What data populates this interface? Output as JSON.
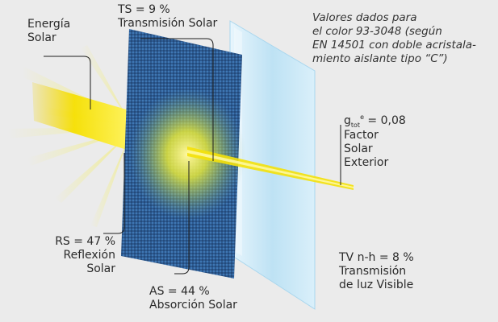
{
  "labels": {
    "energia": [
      "Energía",
      "Solar"
    ],
    "ts": [
      "TS = 9 %",
      "Transmisión Solar"
    ],
    "note": [
      "Valores dados para",
      "el color 93-3048 (según",
      "EN 14501 con doble acristala-",
      "miento aislante tipo “C”)"
    ],
    "g": {
      "symbol": "g",
      "sub": "tot",
      "sup": "e",
      "value": " = 0,08",
      "lines": [
        "Factor",
        "Solar",
        "Exterior"
      ]
    },
    "rs": [
      "RS = 47 %",
      "Reflexión",
      "Solar"
    ],
    "as": [
      "AS = 44 %",
      "Absorción Solar"
    ],
    "tv": [
      "TV n-h = 8 %",
      "Transmisión",
      "de luz Visible"
    ]
  },
  "colors": {
    "background": "#ebebeb",
    "fabric": "#2f5f96",
    "glass": "#bfe3f6",
    "beam": "#f2e200"
  }
}
